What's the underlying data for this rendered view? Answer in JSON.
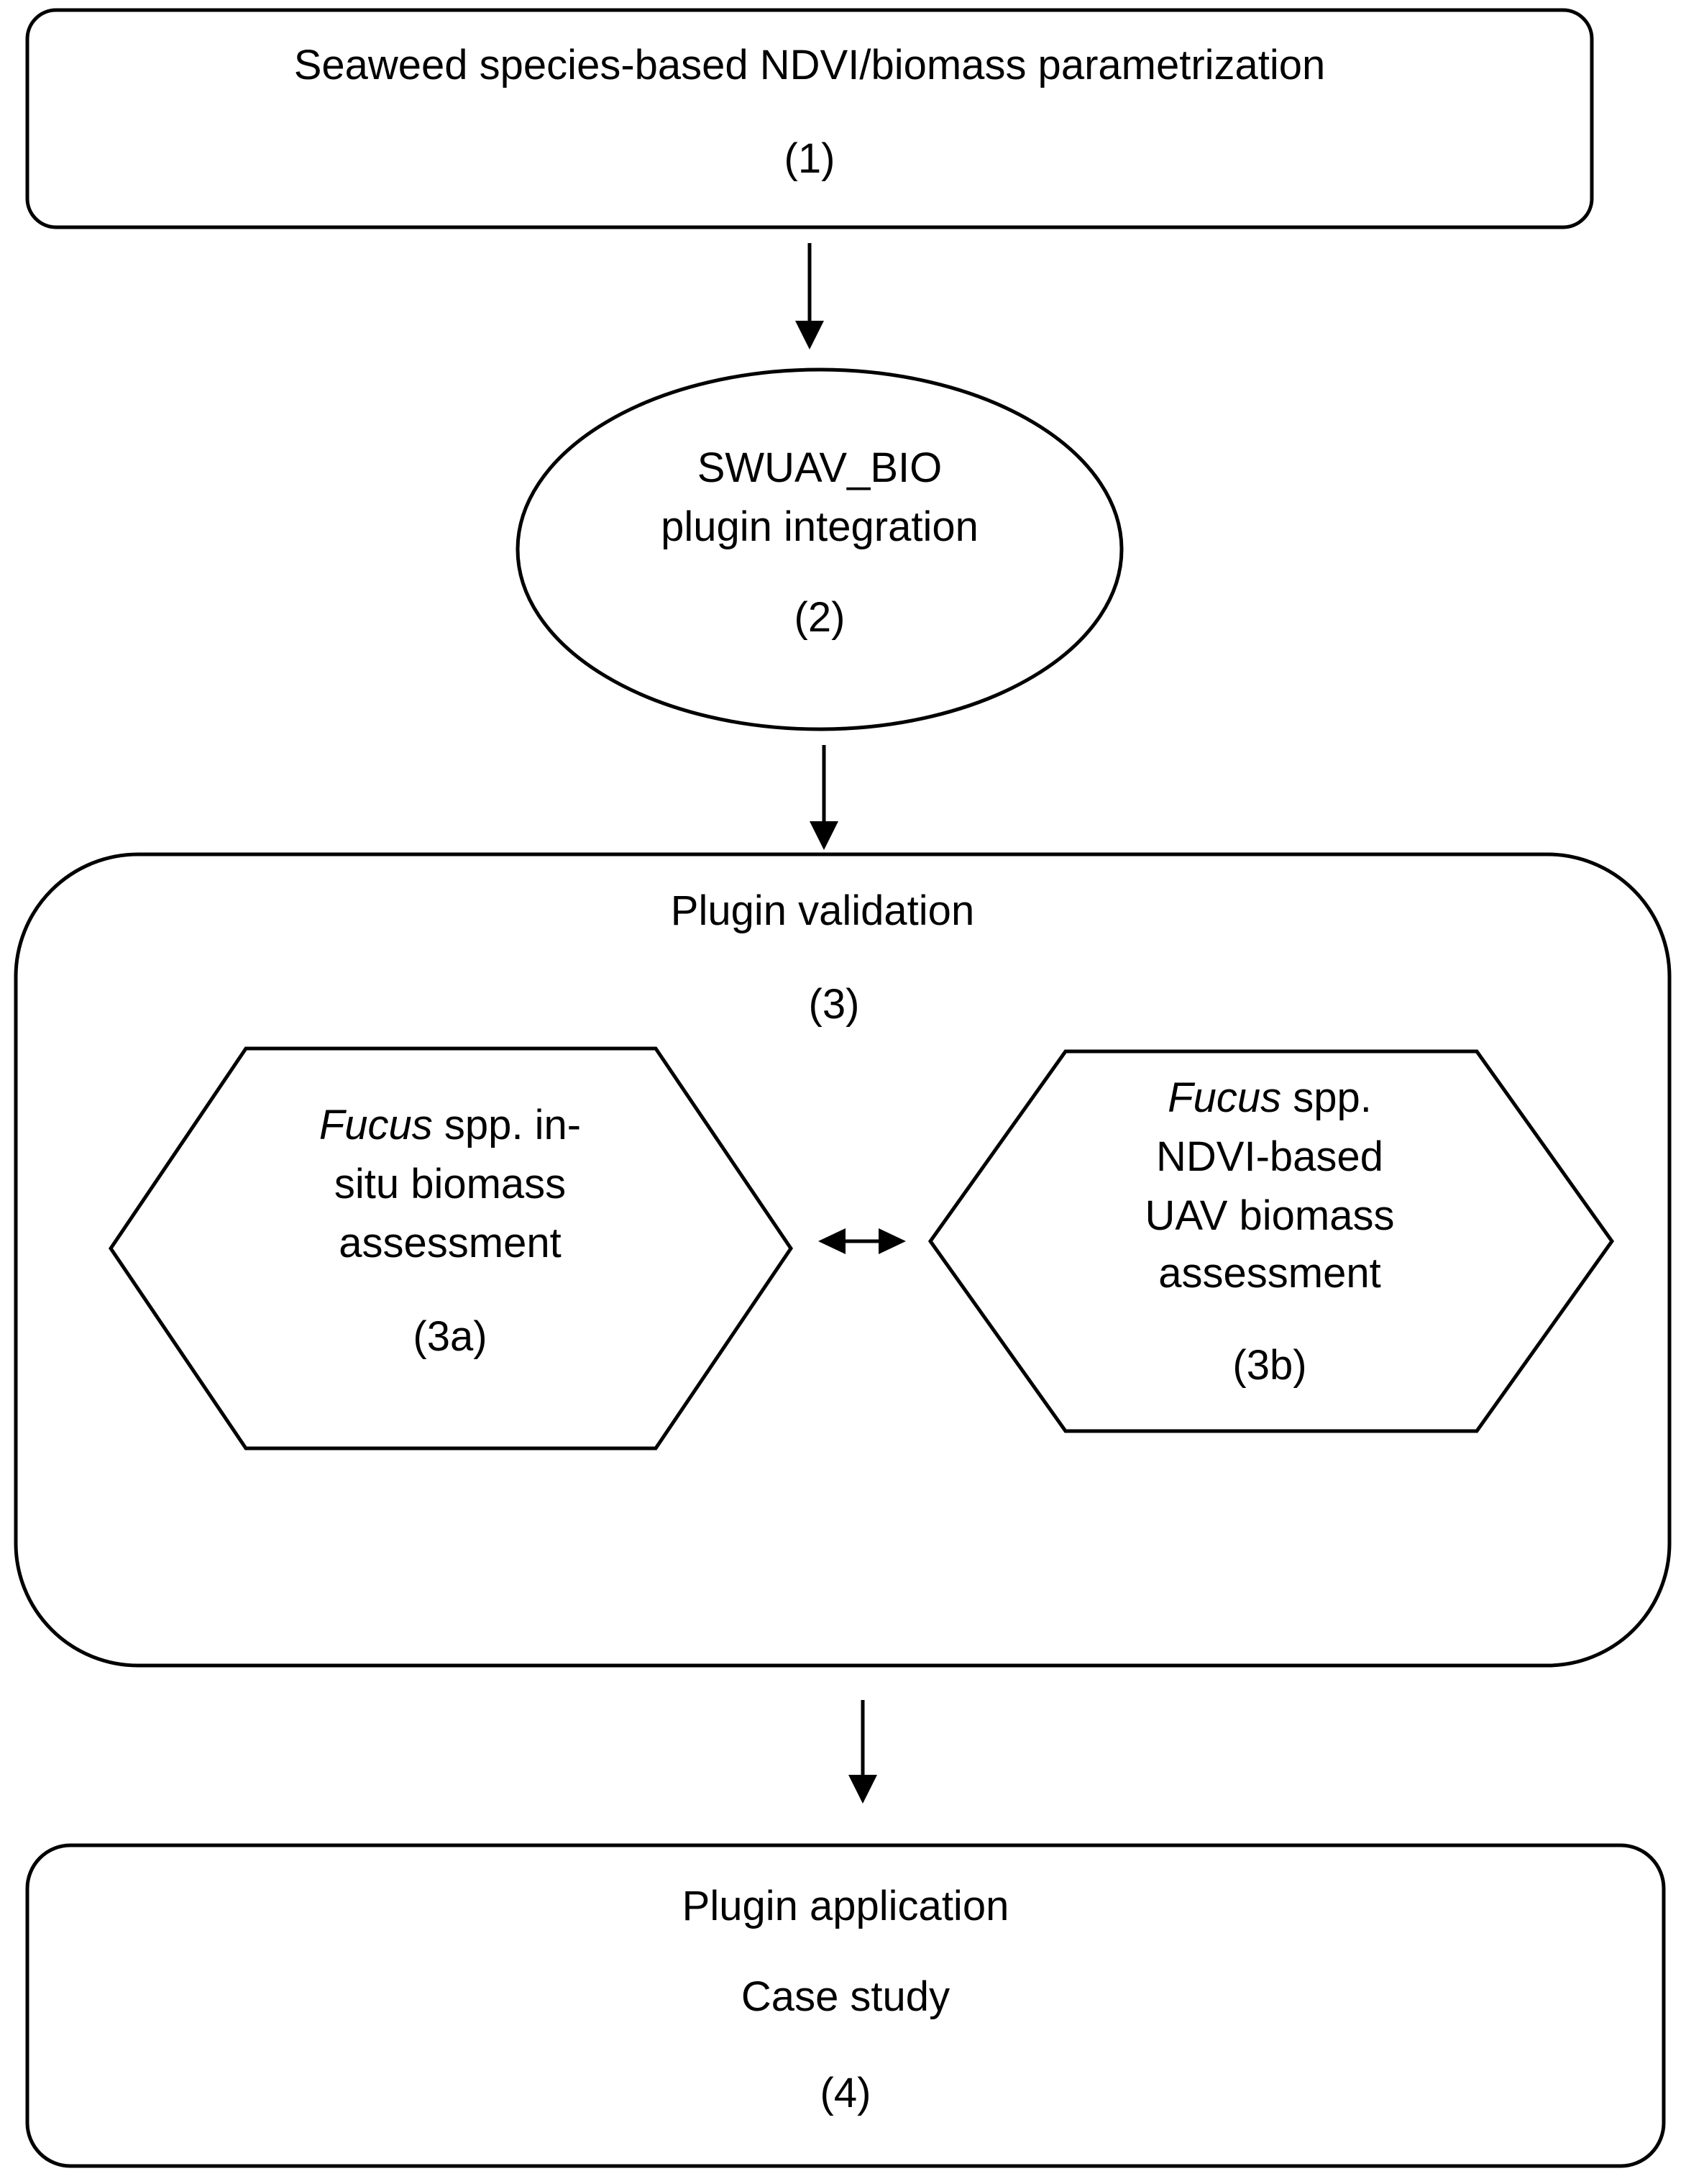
{
  "step1": {
    "title": "Seaweed species-based NDVI/biomass parametrization",
    "number": "(1)"
  },
  "step2": {
    "line1": "SWUAV_BIO",
    "line2": "plugin integration",
    "number": "(2)"
  },
  "step3": {
    "title": "Plugin validation",
    "number": "(3)",
    "step3a": {
      "line1_italic": "Fucus",
      "line1_rest": " spp. in-",
      "line2": "situ biomass",
      "line3": "assessment",
      "number": "(3a)"
    },
    "step3b": {
      "line1_italic": "Fucus",
      "line1_rest": " spp.",
      "line2": "NDVI-based",
      "line3": "UAV biomass",
      "line4": "assessment",
      "number": "(3b)"
    }
  },
  "step4": {
    "line1": "Plugin application",
    "line2": "Case study",
    "number": "(4)"
  },
  "colors": {
    "stroke": "#000000",
    "background": "#ffffff"
  }
}
